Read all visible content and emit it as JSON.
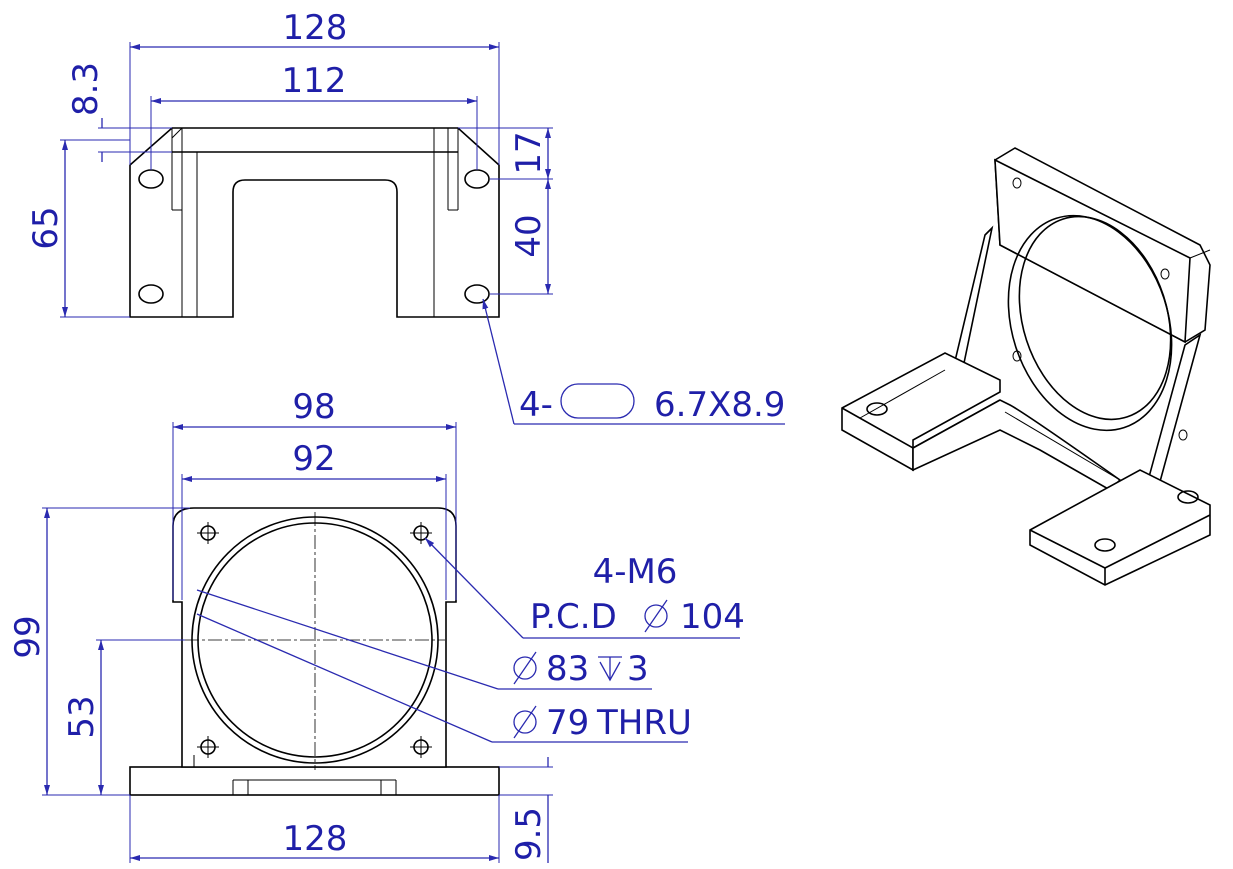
{
  "front_view": {
    "overall_width": "128",
    "hole_spacing": "112",
    "flange_offset": "8.3",
    "height": "65",
    "slot_top": "17",
    "slot_spacing": "40",
    "slot_note_prefix": "4-",
    "slot_note_size": "6.7X8.9"
  },
  "top_view": {
    "plate_width": "98",
    "hole_spacing": "92",
    "plate_height": "99",
    "center_height": "53",
    "base_width": "128",
    "base_thickness": "9.5",
    "thread_note_1": "4-M6",
    "thread_note_2_prefix": "P.C.D",
    "thread_note_2_value": "104",
    "counterbore_dia": "83",
    "counterbore_depth": "3",
    "thru_dia": "79",
    "thru_label": "THRU"
  }
}
